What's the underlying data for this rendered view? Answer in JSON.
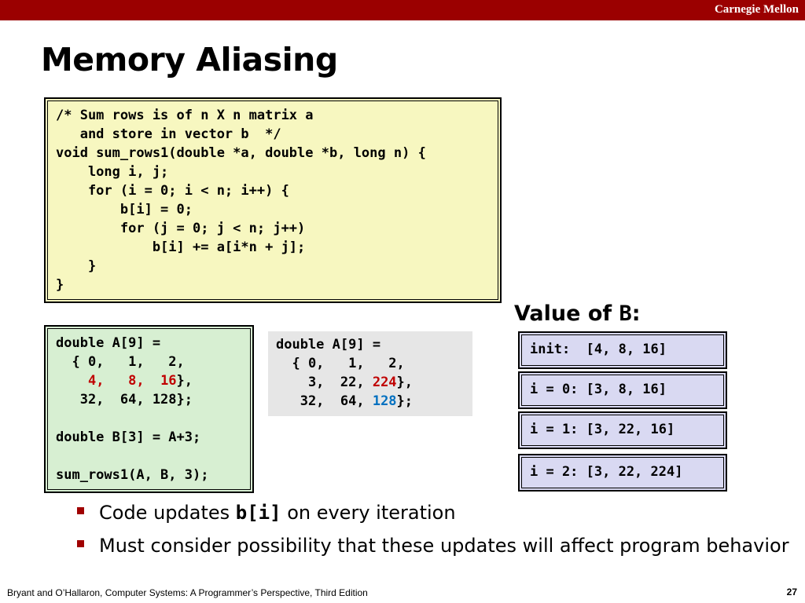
{
  "header": {
    "brand": "Carnegie Mellon"
  },
  "title": "Memory Aliasing",
  "code_main": "/* Sum rows is of n X n matrix a\n   and store in vector b  */\nvoid sum_rows1(double *a, double *b, long n) {\n    long i, j;\n    for (i = 0; i < n; i++) {\n        b[i] = 0;\n        for (j = 0; j < n; j++)\n            b[i] += a[i*n + j];\n    }\n}",
  "code_green": {
    "line1": "double A[9] =",
    "line2": "  { 0,   1,   2,",
    "line3_indent": "    ",
    "line3_red": "4,   8,  16",
    "line3_end": "},",
    "line4": "   32,  64, 128};",
    "line6": "double B[3] = A+3;",
    "line8": "sum_rows1(A, B, 3);"
  },
  "code_gray": {
    "line1": "double A[9] =",
    "line2": "  { 0,   1,   2,",
    "line3_start": "    3,  22, ",
    "line3_red": "224",
    "line3_end": "},",
    "line4_start": "   32,  64, ",
    "line4_blue": "128",
    "line4_end": "};"
  },
  "value_heading": {
    "text": "Value of ",
    "mono": "B",
    "colon": ":"
  },
  "value_boxes": [
    "init:  [4, 8, 16]",
    "i = 0: [3, 8, 16]",
    "i = 1: [3, 22, 16]",
    "i = 2: [3, 22, 224]"
  ],
  "bullets": {
    "b1_pre": "Code updates ",
    "b1_code": "b[i]",
    "b1_post": " on every iteration",
    "b2": "Must consider possibility that these updates will affect program behavior"
  },
  "footer": "Bryant and O’Hallaron, Computer Systems: A Programmer’s Perspective, Third Edition",
  "page_number": "27",
  "colors": {
    "topbar": "#9b0000",
    "highlight_red": "#c00000",
    "highlight_blue": "#0070c0"
  }
}
